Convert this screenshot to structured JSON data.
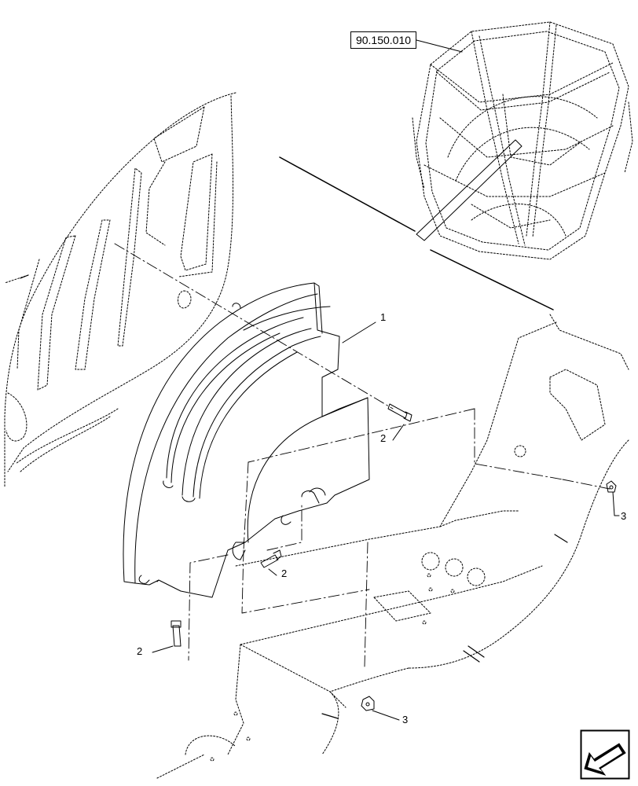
{
  "reference": {
    "label": "90.150.010"
  },
  "callouts": [
    {
      "label": "1"
    },
    {
      "label": "2"
    },
    {
      "label": "2"
    },
    {
      "label": "2"
    },
    {
      "label": "3"
    },
    {
      "label": "3"
    }
  ],
  "icons": {
    "navigation": "prev-page-arrow-icon"
  }
}
